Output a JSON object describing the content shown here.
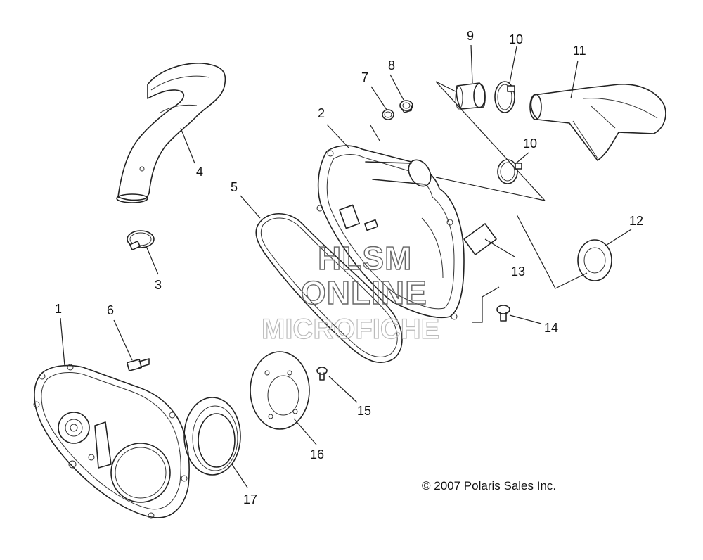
{
  "callouts": {
    "c1": "1",
    "c2": "2",
    "c3": "3",
    "c4": "4",
    "c5": "5",
    "c6": "6",
    "c7": "7",
    "c8": "8",
    "c9": "9",
    "c10a": "10",
    "c10b": "10",
    "c11": "11",
    "c12": "12",
    "c13": "13",
    "c14": "14",
    "c15": "15",
    "c16": "16",
    "c17": "17"
  },
  "watermark": {
    "line1": "HLSM",
    "line2": "ONLINE",
    "line3": "MICROFICHE"
  },
  "copyright": "© 2007 Polaris Sales Inc.",
  "colors": {
    "ink": "#222222",
    "watermark_dark": "#666666",
    "watermark_light": "#bbbbbb",
    "background": "#ffffff"
  }
}
